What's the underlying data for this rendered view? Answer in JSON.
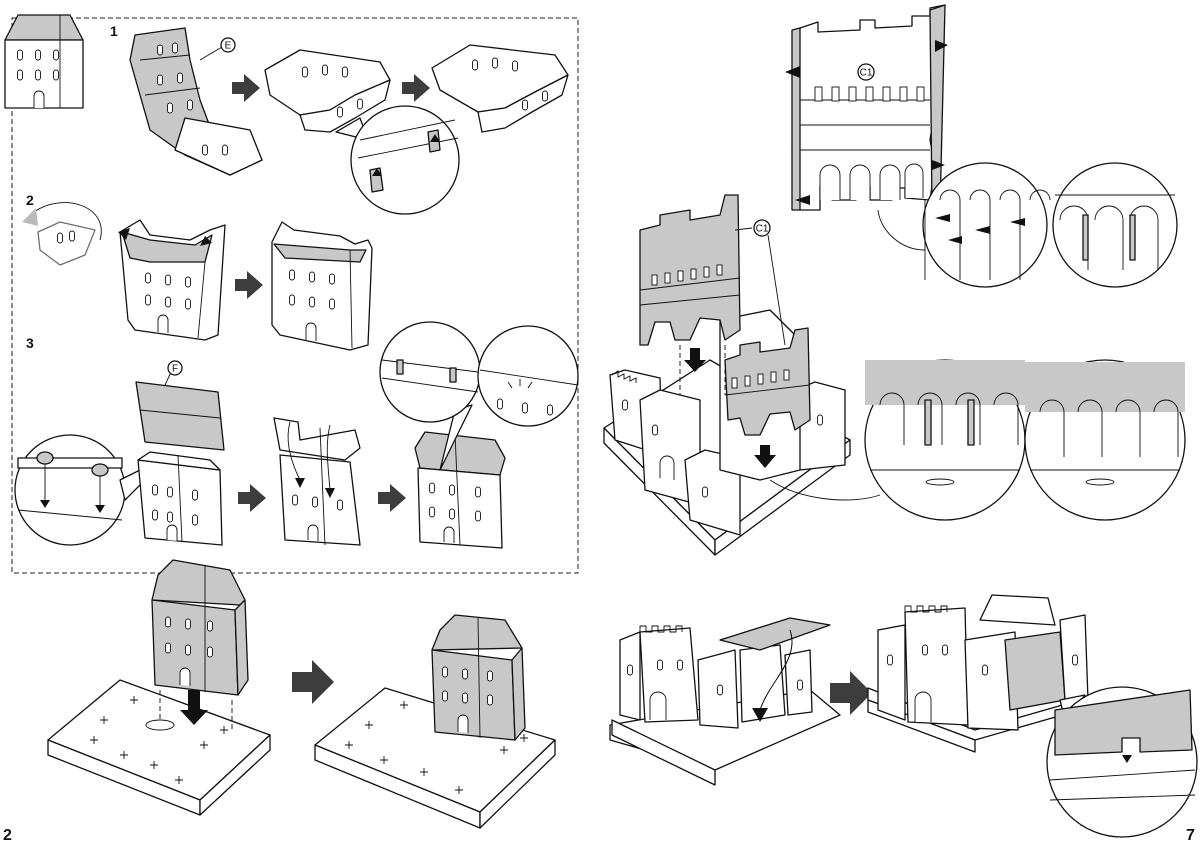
{
  "steps": [
    "1",
    "2",
    "3"
  ],
  "parts": {
    "e": "E",
    "f": "F",
    "c1_top": "C1",
    "c1_mid": "C1"
  },
  "page_numbers": {
    "left": "2",
    "right": "7"
  }
}
